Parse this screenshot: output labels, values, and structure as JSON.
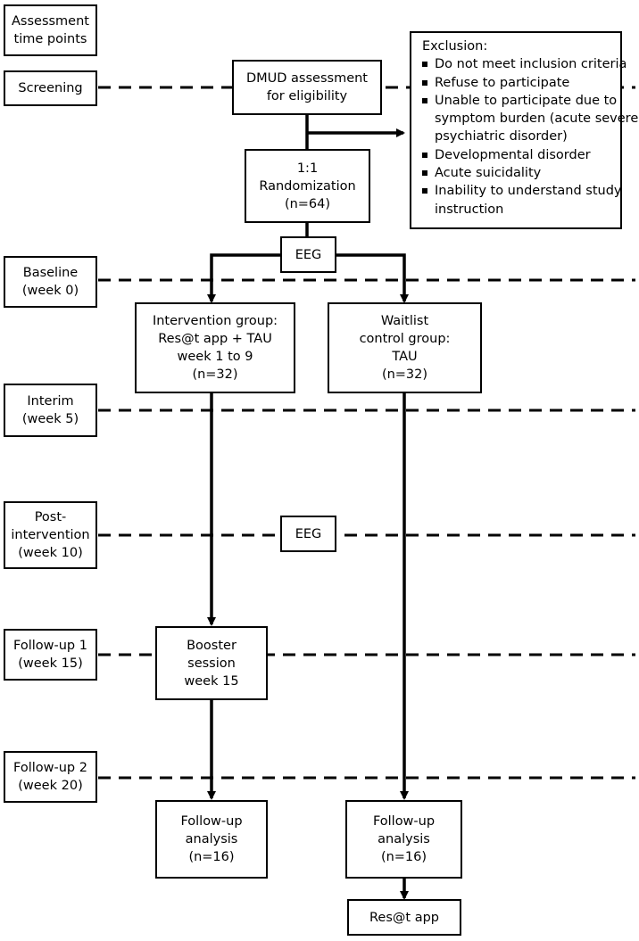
{
  "timepoints": {
    "header": [
      "Assessment",
      "time points"
    ],
    "screening": [
      "Screening"
    ],
    "baseline": [
      "Baseline",
      "(week 0)"
    ],
    "interim": [
      "Interim",
      "(week 5)"
    ],
    "post": [
      "Post-",
      "intervention",
      "(week 10)"
    ],
    "followup1": [
      "Follow-up 1",
      "(week 15)"
    ],
    "followup2": [
      "Follow-up 2",
      "(week 20)"
    ]
  },
  "flow": {
    "assessment": [
      "DMUD assessment",
      "for eligibility"
    ],
    "randomization": [
      "1:1",
      "Randomization",
      "(n=64)"
    ],
    "eeg_baseline": "EEG",
    "intervention": [
      "Intervention group:",
      "Res@t app + TAU",
      "week 1 to 9",
      "(n=32)"
    ],
    "waitlist": [
      "Waitlist",
      "control group:",
      "TAU",
      "(n=32)"
    ],
    "eeg_post": "EEG",
    "booster": [
      "Booster",
      "session",
      "week 15"
    ],
    "followup_intervention": [
      "Follow-up",
      "analysis",
      "(n=16)"
    ],
    "followup_waitlist": [
      "Follow-up",
      "analysis",
      "(n=16)"
    ],
    "resat": "Res@t app"
  },
  "exclusion": {
    "title": "Exclusion:",
    "items": [
      [
        "Do not meet inclusion criteria"
      ],
      [
        "Refuse to participate"
      ],
      [
        "Unable to participate due to",
        "symptom burden (acute severe",
        "psychiatric disorder)"
      ],
      [
        "Developmental disorder"
      ],
      [
        "Acute suicidality"
      ],
      [
        "Inability to understand study",
        "instruction"
      ]
    ]
  }
}
